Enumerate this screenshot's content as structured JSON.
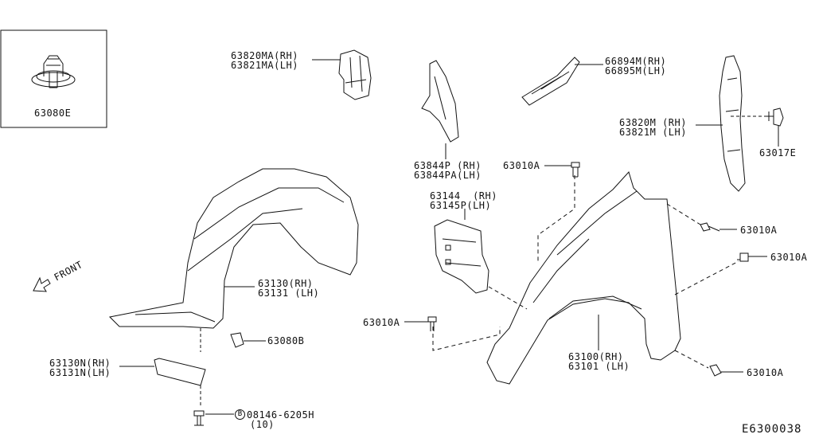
{
  "inset": {
    "part": "63080E"
  },
  "front_label": "FRONT",
  "parts": {
    "p63820MA": {
      "l1": "63820MA(RH)",
      "l2": "63821MA(LH)"
    },
    "p66894M": {
      "l1": "66894M(RH)",
      "l2": "66895M(LH)"
    },
    "p63844P": {
      "l1": "63844P (RH)",
      "l2": "63844PA(LH)"
    },
    "p63820M": {
      "l1": "63820M (RH)",
      "l2": "63821M (LH)"
    },
    "p63017E": {
      "l1": "63017E"
    },
    "p63144": {
      "l1": "63144  (RH)",
      "l2": "63145P(LH)"
    },
    "p63130": {
      "l1": "63130(RH)",
      "l2": "63131 (LH)"
    },
    "p63080B": {
      "l1": "63080B"
    },
    "p63130N": {
      "l1": "63130N(RH)",
      "l2": "63131N(LH)"
    },
    "p08146": {
      "mark": "B",
      "l1": "08146-6205H",
      "l2": "(10)"
    },
    "p63100": {
      "l1": "63100(RH)",
      "l2": "63101 (LH)"
    },
    "bolt1": {
      "l1": "63010A"
    },
    "bolt2": {
      "l1": "63010A"
    },
    "bolt3": {
      "l1": "63010A"
    },
    "bolt4": {
      "l1": "63010A"
    },
    "bolt5": {
      "l1": "63010A"
    }
  },
  "diagram_code": "E6300038"
}
